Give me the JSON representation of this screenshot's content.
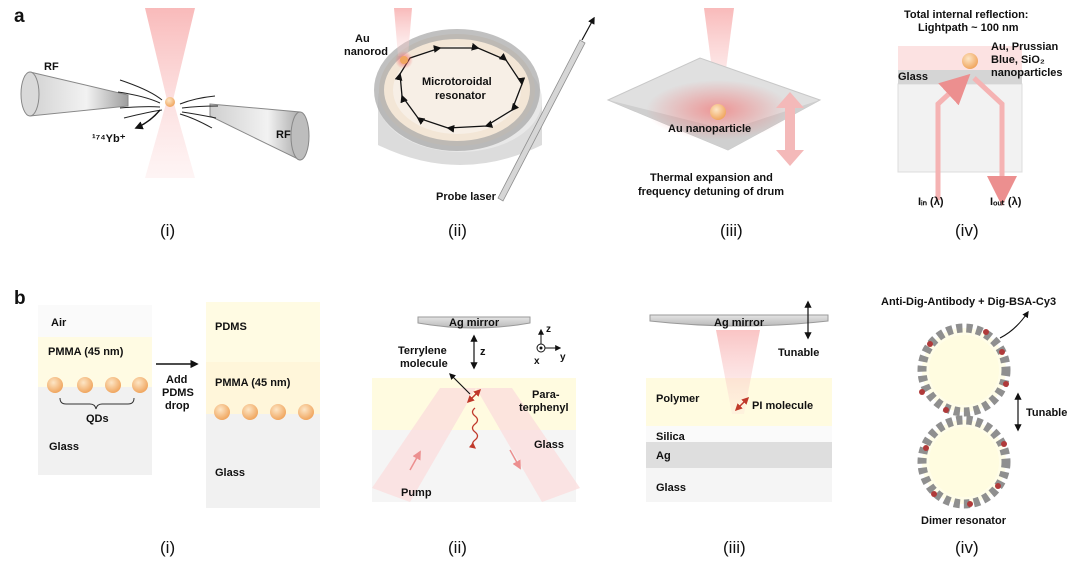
{
  "figure": {
    "panel_a": "a",
    "panel_b": "b",
    "a_i": {
      "roman": "(i)",
      "rf_left": "RF",
      "rf_right": "RF",
      "ion": "¹⁷⁴Yb⁺"
    },
    "a_ii": {
      "roman": "(ii)",
      "au_line1": "Au",
      "au_line2": "nanorod",
      "res_line1": "Microtoroidal",
      "res_line2": "resonator",
      "probe": "Probe laser"
    },
    "a_iii": {
      "roman": "(iii)",
      "particle": "Au nanoparticle",
      "caption_line1": "Thermal expansion and",
      "caption_line2": "frequency detuning of drum"
    },
    "a_iv": {
      "roman": "(iv)",
      "title_line1": "Total internal reflection:",
      "title_line2": "Lightpath ~ 100 nm",
      "glass": "Glass",
      "np_line1": "Au, Prussian",
      "np_line2": "Blue, SiO₂",
      "np_line3": "nanoparticles",
      "iin": "Iᵢₙ (λ)",
      "iout": "Iₒᵤₜ (λ)"
    },
    "b_i": {
      "roman": "(i)",
      "air": "Air",
      "pmma_left": "PMMA (45 nm)",
      "qds": "QDs",
      "glass_left": "Glass",
      "add_line1": "Add",
      "add_line2": "PDMS",
      "add_line3": "drop",
      "pdms": "PDMS",
      "pmma_right": "PMMA (45 nm)",
      "glass_right": "Glass"
    },
    "b_ii": {
      "roman": "(ii)",
      "mirror": "Ag mirror",
      "z_label": "z",
      "terrylene_line1": "Terrylene",
      "terrylene_line2": "molecule",
      "para_line1": "Para-",
      "para_line2": "terphenyl",
      "glass": "Glass",
      "pump": "Pump",
      "axis_z": "z",
      "axis_x": "x",
      "axis_y": "y"
    },
    "b_iii": {
      "roman": "(iii)",
      "mirror": "Ag mirror",
      "tunable": "Tunable",
      "polymer": "Polymer",
      "pi": "PI molecule",
      "silica": "Silica",
      "ag": "Ag",
      "glass": "Glass"
    },
    "b_iv": {
      "roman": "(iv)",
      "antibody": "Anti-Dig-Antibody + Dig-BSA-Cy3",
      "tunable": "Tunable",
      "dimer": "Dimer resonator"
    }
  }
}
